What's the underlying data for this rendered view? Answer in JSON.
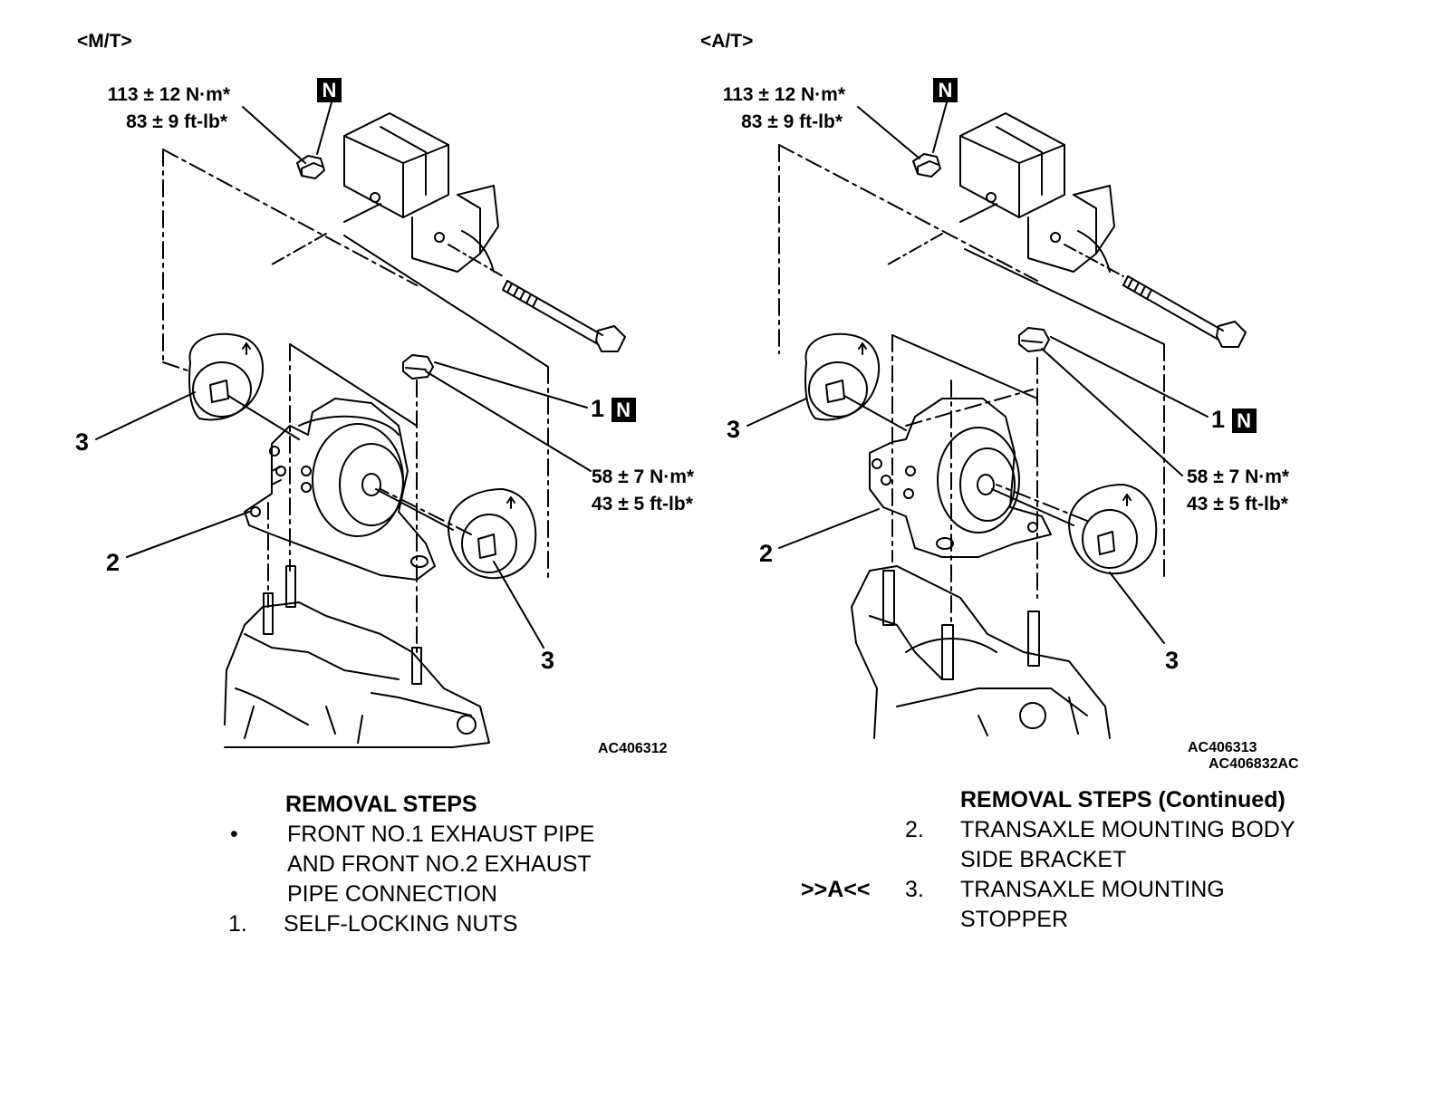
{
  "left": {
    "variant": "<M/T>",
    "torque_top": [
      "113 ± 12 N·m*",
      "83 ± 9 ft-lb*"
    ],
    "torque_right": [
      "58 ± 7 N·m*",
      "43 ± 5 ft-lb*"
    ],
    "callout_1": "1",
    "callout_2": "2",
    "callout_3a": "3",
    "callout_3b": "3",
    "n_mark": "N",
    "figure_id": "AC406312"
  },
  "right": {
    "variant": "<A/T>",
    "torque_top": [
      "113 ± 12 N·m*",
      "83 ± 9 ft-lb*"
    ],
    "torque_right": [
      "58 ± 7 N·m*",
      "43 ± 5 ft-lb*"
    ],
    "callout_1": "1",
    "callout_2": "2",
    "callout_3a": "3",
    "callout_3b": "3",
    "n_mark": "N",
    "figure_id": "AC406313",
    "figure_id_2": "AC406832AC"
  },
  "steps_left": {
    "title": "REMOVAL STEPS",
    "items": [
      {
        "marker": "•",
        "lines": [
          "FRONT NO.1 EXHAUST PIPE",
          "AND FRONT NO.2 EXHAUST",
          "PIPE CONNECTION"
        ]
      },
      {
        "marker": "1.",
        "lines": [
          "SELF-LOCKING NUTS"
        ]
      }
    ]
  },
  "steps_right": {
    "title": "REMOVAL STEPS (Continued)",
    "items": [
      {
        "ref": "",
        "marker": "2.",
        "lines": [
          "TRANSAXLE MOUNTING BODY",
          "SIDE BRACKET"
        ]
      },
      {
        "ref": ">>A<<",
        "marker": "3.",
        "lines": [
          "TRANSAXLE MOUNTING",
          "STOPPER"
        ]
      }
    ]
  }
}
